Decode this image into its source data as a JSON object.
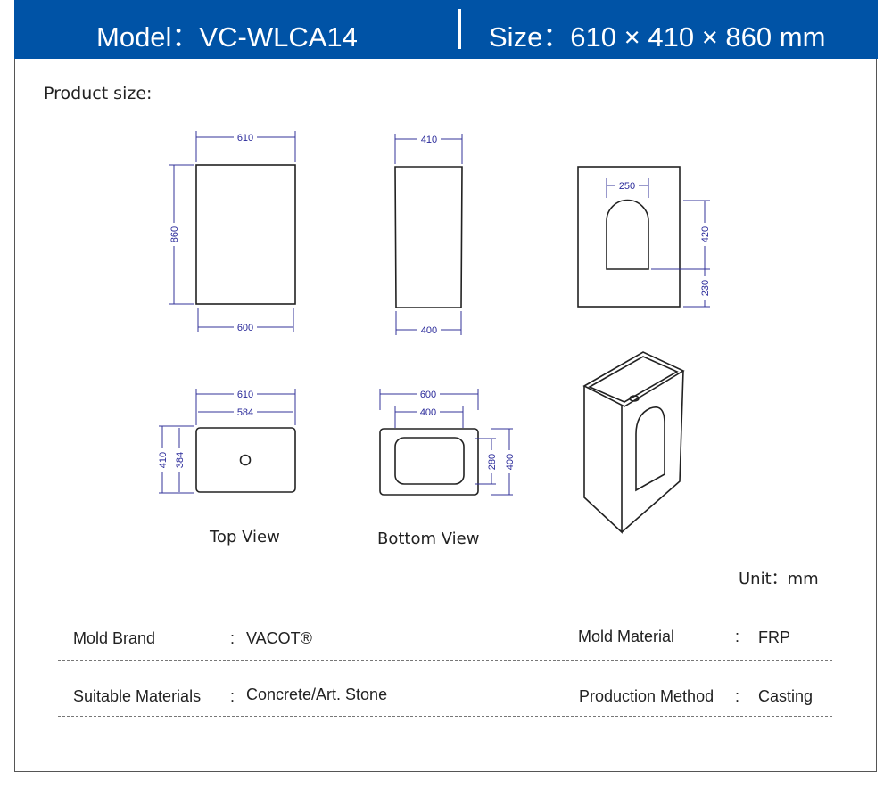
{
  "header": {
    "model": "Model：VC-WLCA14",
    "size": "Size：610 × 410 × 860 mm"
  },
  "section_title": "Product size:",
  "dimensions": {
    "front": {
      "top": "610",
      "bottom": "600",
      "height": "860"
    },
    "side": {
      "top": "410",
      "bottom": "400"
    },
    "back": {
      "opening_width": "250",
      "opening_height": "420",
      "opening_base": "230"
    },
    "top_view": {
      "outer_width": "610",
      "inner_width": "584",
      "outer_depth": "410",
      "inner_depth": "384"
    },
    "bottom_view": {
      "outer_width": "600",
      "inner_width": "400",
      "inner_depth": "280",
      "outer_depth": "400"
    }
  },
  "captions": {
    "top_view": "Top View",
    "bottom_view": "Bottom View",
    "unit": "Unit：mm"
  },
  "specs": [
    {
      "label": "Mold Brand",
      "sep": ":",
      "value": "VACOT®"
    },
    {
      "label": "Mold Material",
      "sep": ":",
      "value": "FRP"
    },
    {
      "label": "Suitable Materials",
      "sep": ":",
      "value": "Concrete/Art. Stone"
    },
    {
      "label": "Production Method",
      "sep": ":",
      "value": "Casting"
    }
  ]
}
